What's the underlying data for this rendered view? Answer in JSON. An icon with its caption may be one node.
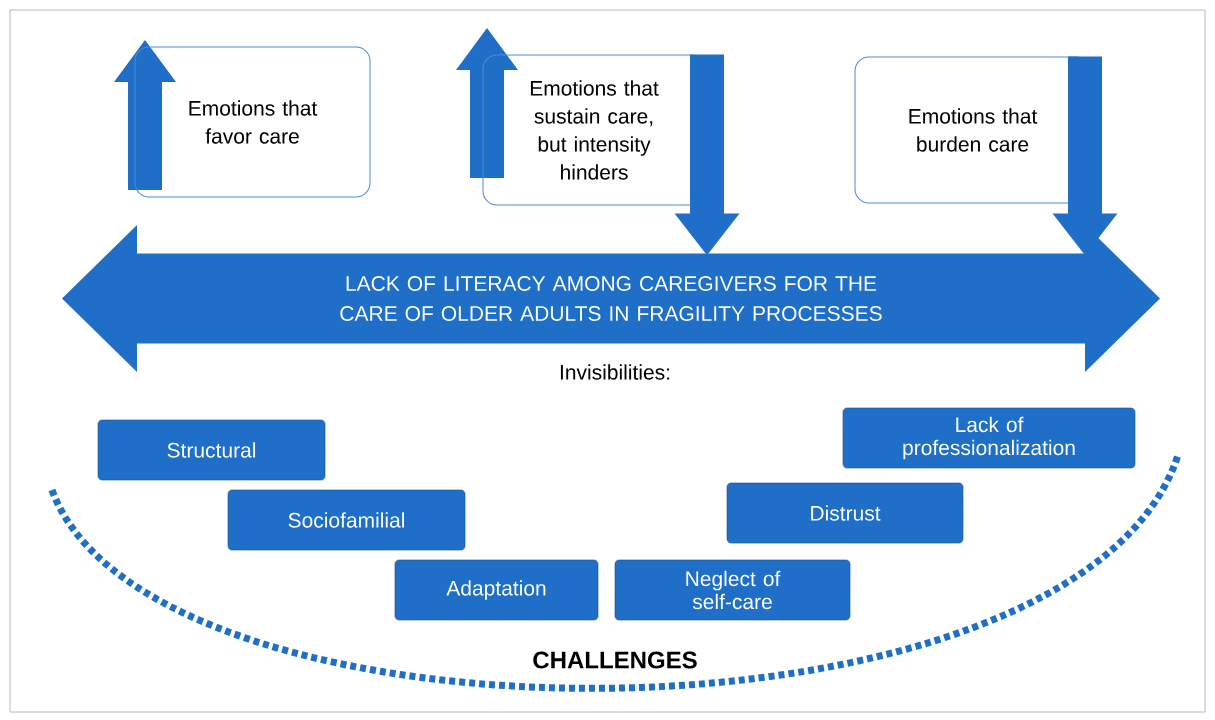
{
  "diagram": {
    "nodes": [
      {
        "text": [
          "Emotions that favor care"
        ]
      },
      {
        "text": [
          "Emotions that sustain care, but intensity hinders"
        ]
      },
      {
        "text": [
          "Emotions that burden care"
        ]
      },
      {
        "text": [
          "LACK OF LITERACY AMONG CAREGIVERS FOR THE CARE OF OLDER ADULTS IN FRAGILITY PROCESSES"
        ]
      },
      {
        "text": [
          "Structural"
        ]
      },
      {
        "text": [
          "Sociofamilial"
        ]
      },
      {
        "text": [
          "Adaptation"
        ]
      },
      {
        "text": [
          "Neglect of self-care"
        ]
      },
      {
        "text": [
          "Distrust"
        ]
      },
      {
        "text": [
          "Lack of professionalization"
        ]
      }
    ],
    "edges": [
      {
        "from": 1,
        "to": 3,
        "arrow": "to"
      },
      {
        "from": 2,
        "to": 3,
        "arrow": "to"
      }
    ],
    "labels": [
      "Invisibilities:",
      "CHALLENGES"
    ]
  }
}
